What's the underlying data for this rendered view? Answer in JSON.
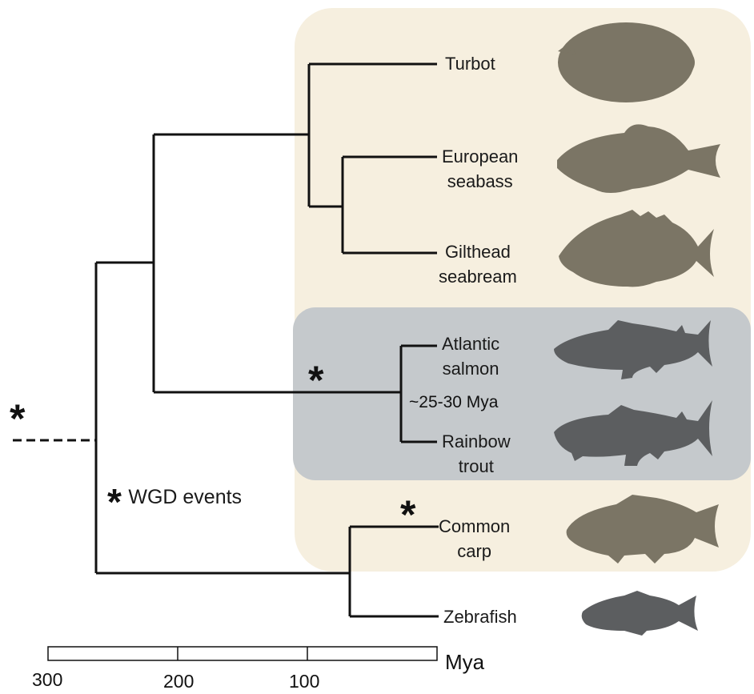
{
  "species": [
    {
      "id": "turbot",
      "lines": [
        "Turbot"
      ]
    },
    {
      "id": "seabass",
      "lines": [
        "European",
        "seabass"
      ]
    },
    {
      "id": "seabream",
      "lines": [
        "Gilthead",
        "seabream"
      ]
    },
    {
      "id": "salmon",
      "lines": [
        "Atlantic",
        "salmon"
      ]
    },
    {
      "id": "trout",
      "lines": [
        "Rainbow",
        "trout"
      ]
    },
    {
      "id": "carp",
      "lines": [
        "Common",
        "carp"
      ]
    },
    {
      "id": "zebrafish",
      "lines": [
        "Zebrafish"
      ]
    }
  ],
  "salmonid_wgd_label": "~25-30 Mya",
  "legend": {
    "symbol": "*",
    "text": "WGD events"
  },
  "wgd_marker": "*",
  "axis": {
    "unit": "Mya",
    "ticks": [
      "300",
      "200",
      "100"
    ]
  },
  "colors": {
    "marine_box": "#f6efdf",
    "salmonid_box": "#c5c9cc",
    "fish_brown": "#7b7565",
    "fish_gray": "#5c5e60",
    "tree_line": "#111111"
  }
}
